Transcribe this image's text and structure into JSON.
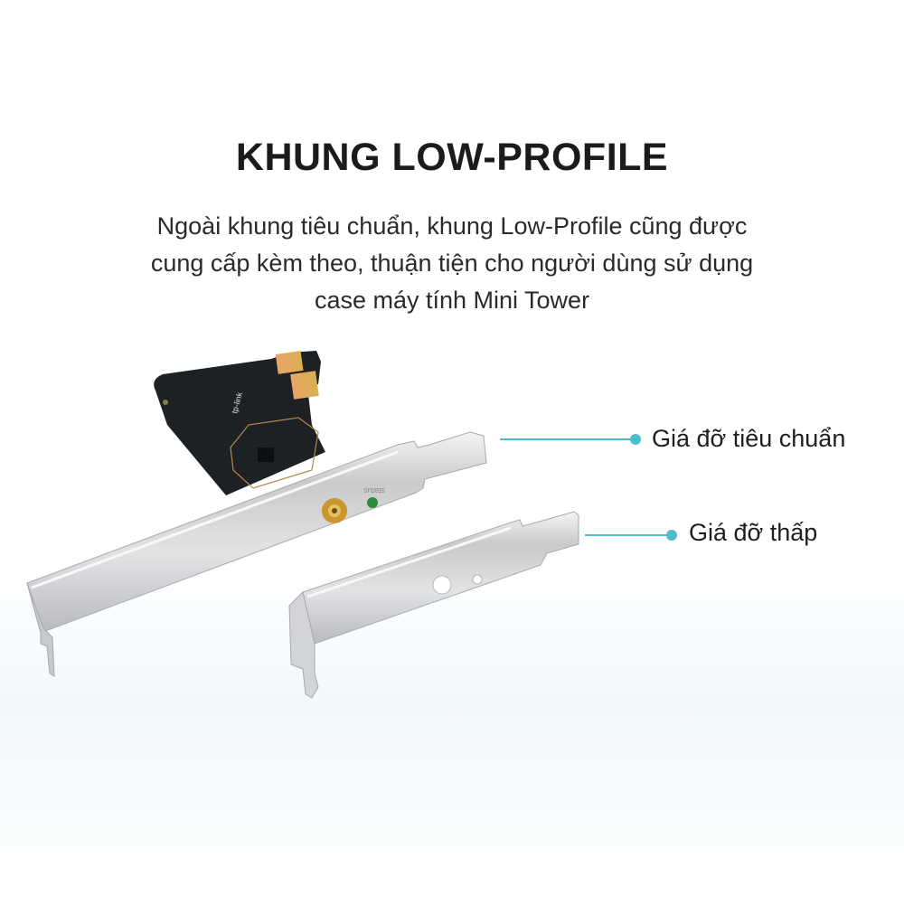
{
  "heading": "KHUNG LOW-PROFILE",
  "description": [
    "Ngoài khung tiêu chuẩn, khung Low-Profile cũng được",
    "cung cấp kèm theo, thuận tiện cho người dùng sử dụng",
    "case máy tính Mini Tower"
  ],
  "callouts": {
    "standard_bracket": "Giá đỡ tiêu chuẩn",
    "low_profile_bracket": "Giá đỡ thấp"
  },
  "product_markings": {
    "logo": "tp-link",
    "led_label": "status"
  },
  "colors": {
    "accent": "#4fbccb",
    "pcb": "#1e2124",
    "bracket": "#d9dadc"
  }
}
